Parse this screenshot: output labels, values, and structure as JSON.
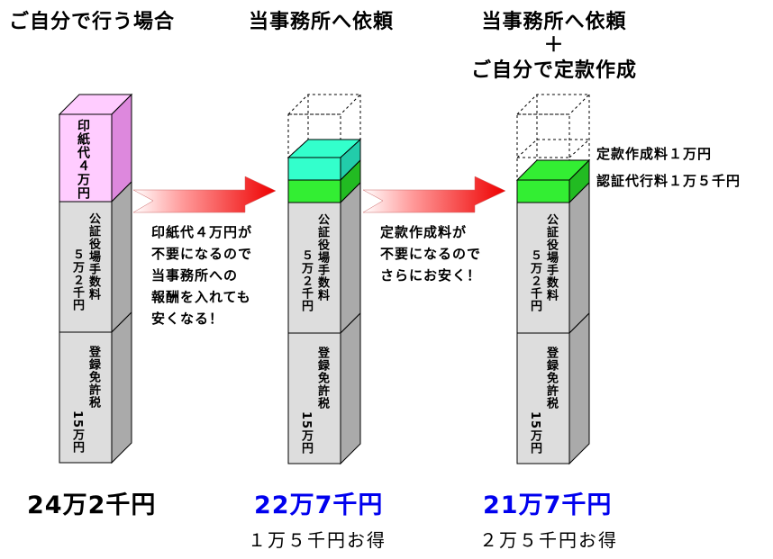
{
  "columns": {
    "self": {
      "title": "ご自分で行う場合",
      "stamp_label": "印紙代４万円",
      "notary_label1": "公証役場手数料",
      "notary_label2": "５万２千円",
      "reg_label1": "登録免許税",
      "reg_label2": "15万円",
      "total": "24万2千円"
    },
    "office": {
      "title": "当事務所へ依頼",
      "notary_label1": "公証役場手数料",
      "notary_label2": "５万２千円",
      "reg_label1": "登録免許税",
      "reg_label2": "15万円",
      "total": "22万7千円",
      "saving": "１万５千円お得"
    },
    "office_plus": {
      "title_line1": "当事務所へ依頼",
      "title_plus": "＋",
      "title_line2": "ご自分で定款作成",
      "notary_label1": "公証役場手数料",
      "notary_label2": "５万２千円",
      "reg_label1": "登録免許税",
      "reg_label2": "15万円",
      "total": "21万7千円",
      "saving": "２万５千円お得"
    }
  },
  "side_labels": {
    "articles_fee": "定款作成料１万円",
    "certification_fee": "認証代行料１万５千円"
  },
  "arrow_texts": {
    "first": [
      "印紙代４万円が",
      "不要になるので",
      "当事務所への",
      "報酬を入れても",
      "安くなる！"
    ],
    "second": [
      "定款作成料が",
      "不要になるので",
      "さらにお安く！"
    ]
  },
  "colors": {
    "stamp": "#ffccff",
    "gray_front": "#dddddd",
    "gray_side": "#aaaaaa",
    "cyan": "#33ffcc",
    "green": "#33ee33",
    "blue_total": "#0000ee",
    "arrow_start": "#ffffff",
    "arrow_end": "#ee0000"
  }
}
